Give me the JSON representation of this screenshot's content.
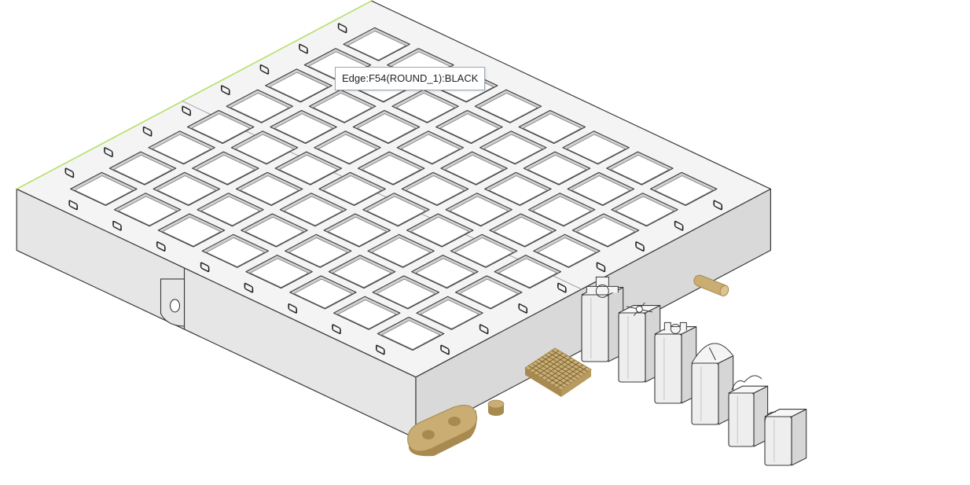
{
  "viewport": {
    "tooltip_text": "Edge:F54(ROUND_1):BLACK"
  },
  "board": {
    "grid_rows": 8,
    "grid_cols": 8
  },
  "colors": {
    "board_top": "#f4f4f4",
    "board_front_left": "#e6e6e6",
    "board_front_right": "#d9d9d9",
    "pocket_wall": "#d0d0d0",
    "pocket_floor": "#ffffff",
    "outline": "#3a3a3a",
    "edge_highlight": "#b8e36b",
    "accessory_tan": "#c9ad72",
    "accessory_tan_dark": "#a88a50",
    "piece_face": "#eeeeee",
    "piece_side": "#d6d6d6"
  },
  "icons": {
    "coordinate_mark": "stamped-glyph-icon",
    "hinge_hole": "hinge-hole-icon"
  }
}
